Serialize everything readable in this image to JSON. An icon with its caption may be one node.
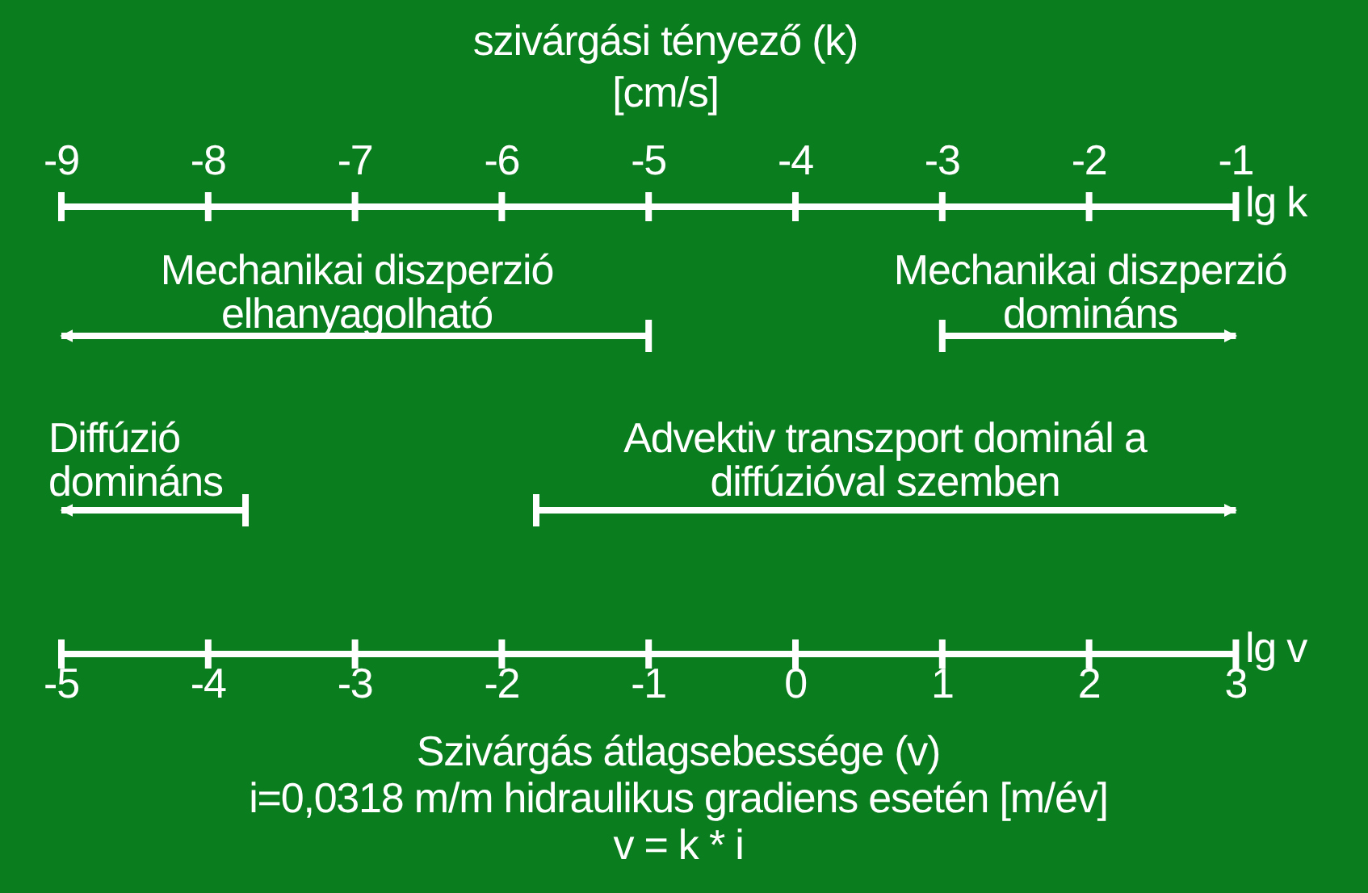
{
  "diagram": {
    "labels": [
      "szivárgási tényező (k)",
      "[cm/s]",
      "-9",
      "-8",
      "-7",
      "-6",
      "-5",
      "-4",
      "-3",
      "-2",
      "-1",
      "lg k",
      "Mechanikai diszperzió elhanyagolható",
      "Mechanikai diszperzió domináns",
      "Diffúzió domináns",
      "Advektiv transzport dominál a diffúzióval szemben",
      "lg v",
      "-5",
      "-4",
      "-3",
      "-2",
      "-1",
      "0",
      "1",
      "2",
      "3",
      "Szivárgás átlagsebessége (v)",
      "i=0,0318 m/m hidraulikus gradiens esetén [m/év]",
      "v = k * i"
    ]
  }
}
